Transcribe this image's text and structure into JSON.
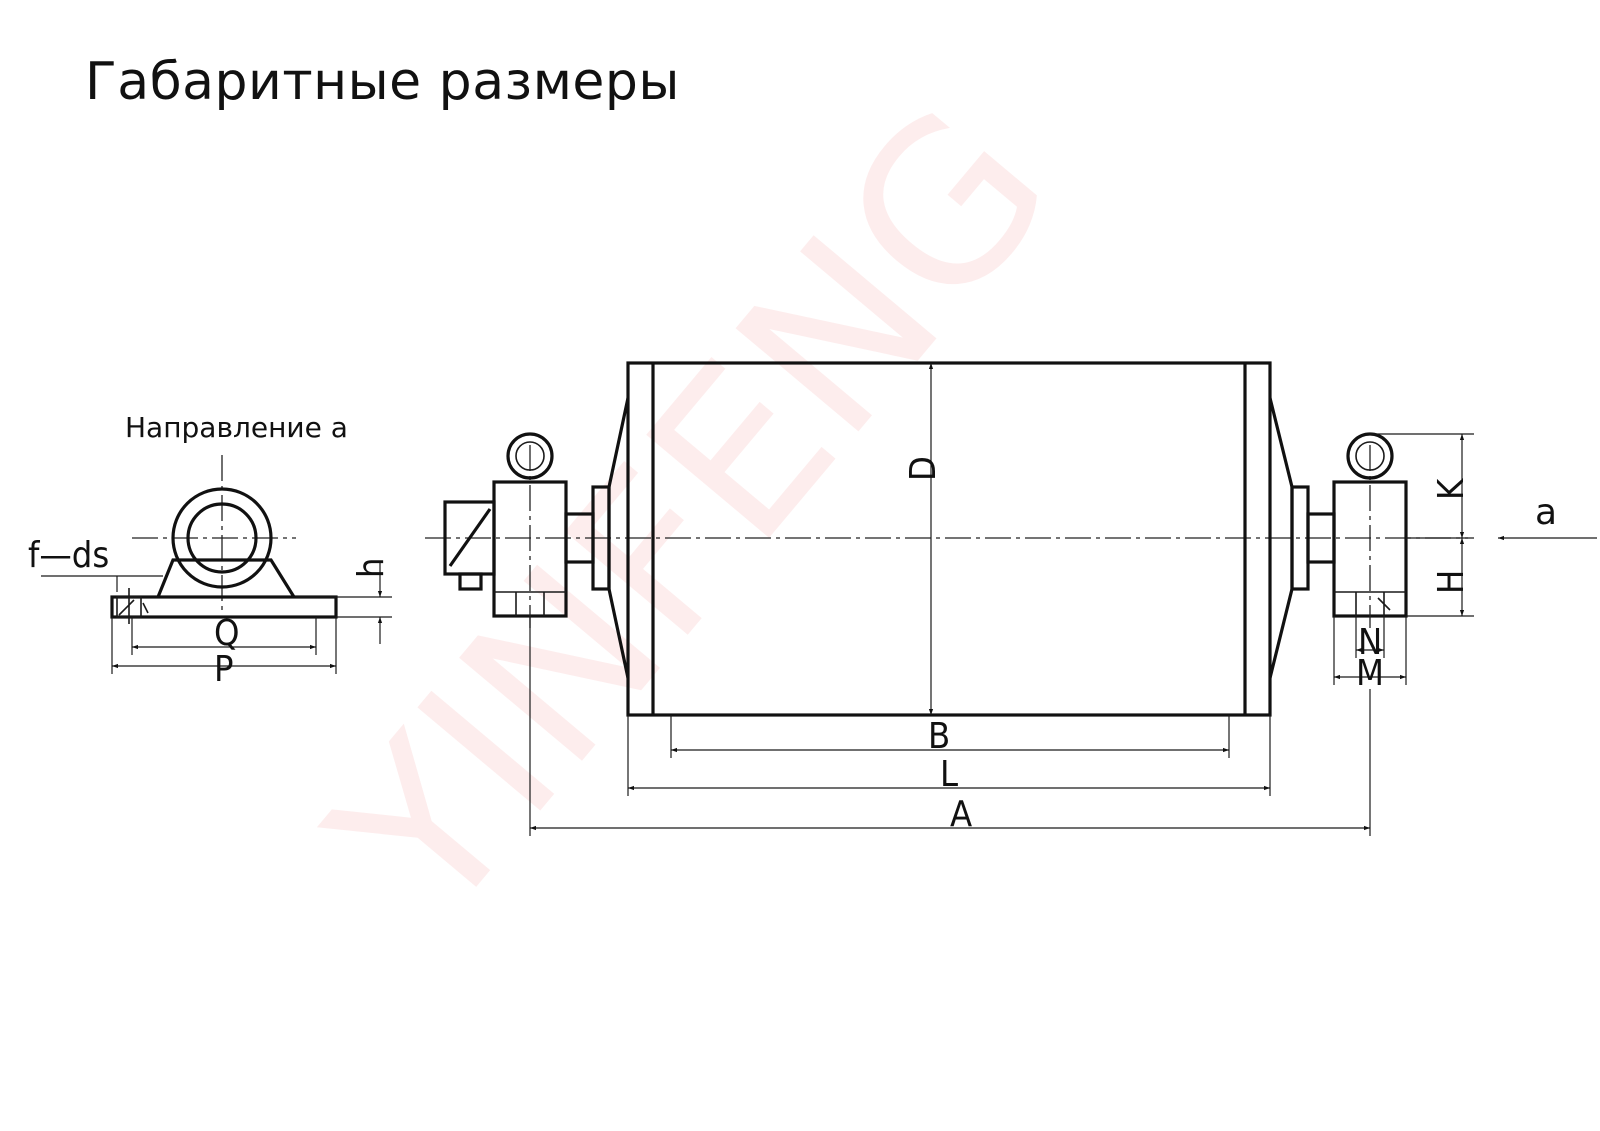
{
  "title": "Габаритные размеры",
  "side_view": {
    "caption": "Направление а",
    "labels": {
      "fds": "f—ds",
      "h": "h",
      "Q": "Q",
      "P": "P"
    }
  },
  "main_view": {
    "labels": {
      "D": "D",
      "B": "B",
      "L": "L",
      "A": "A",
      "K": "K",
      "H": "H",
      "N": "N",
      "M": "M",
      "direction": "a"
    }
  },
  "watermark": "YINFENG",
  "colors": {
    "line": "#1a1a1a",
    "watermark": "#e53935",
    "background": "#ffffff"
  }
}
